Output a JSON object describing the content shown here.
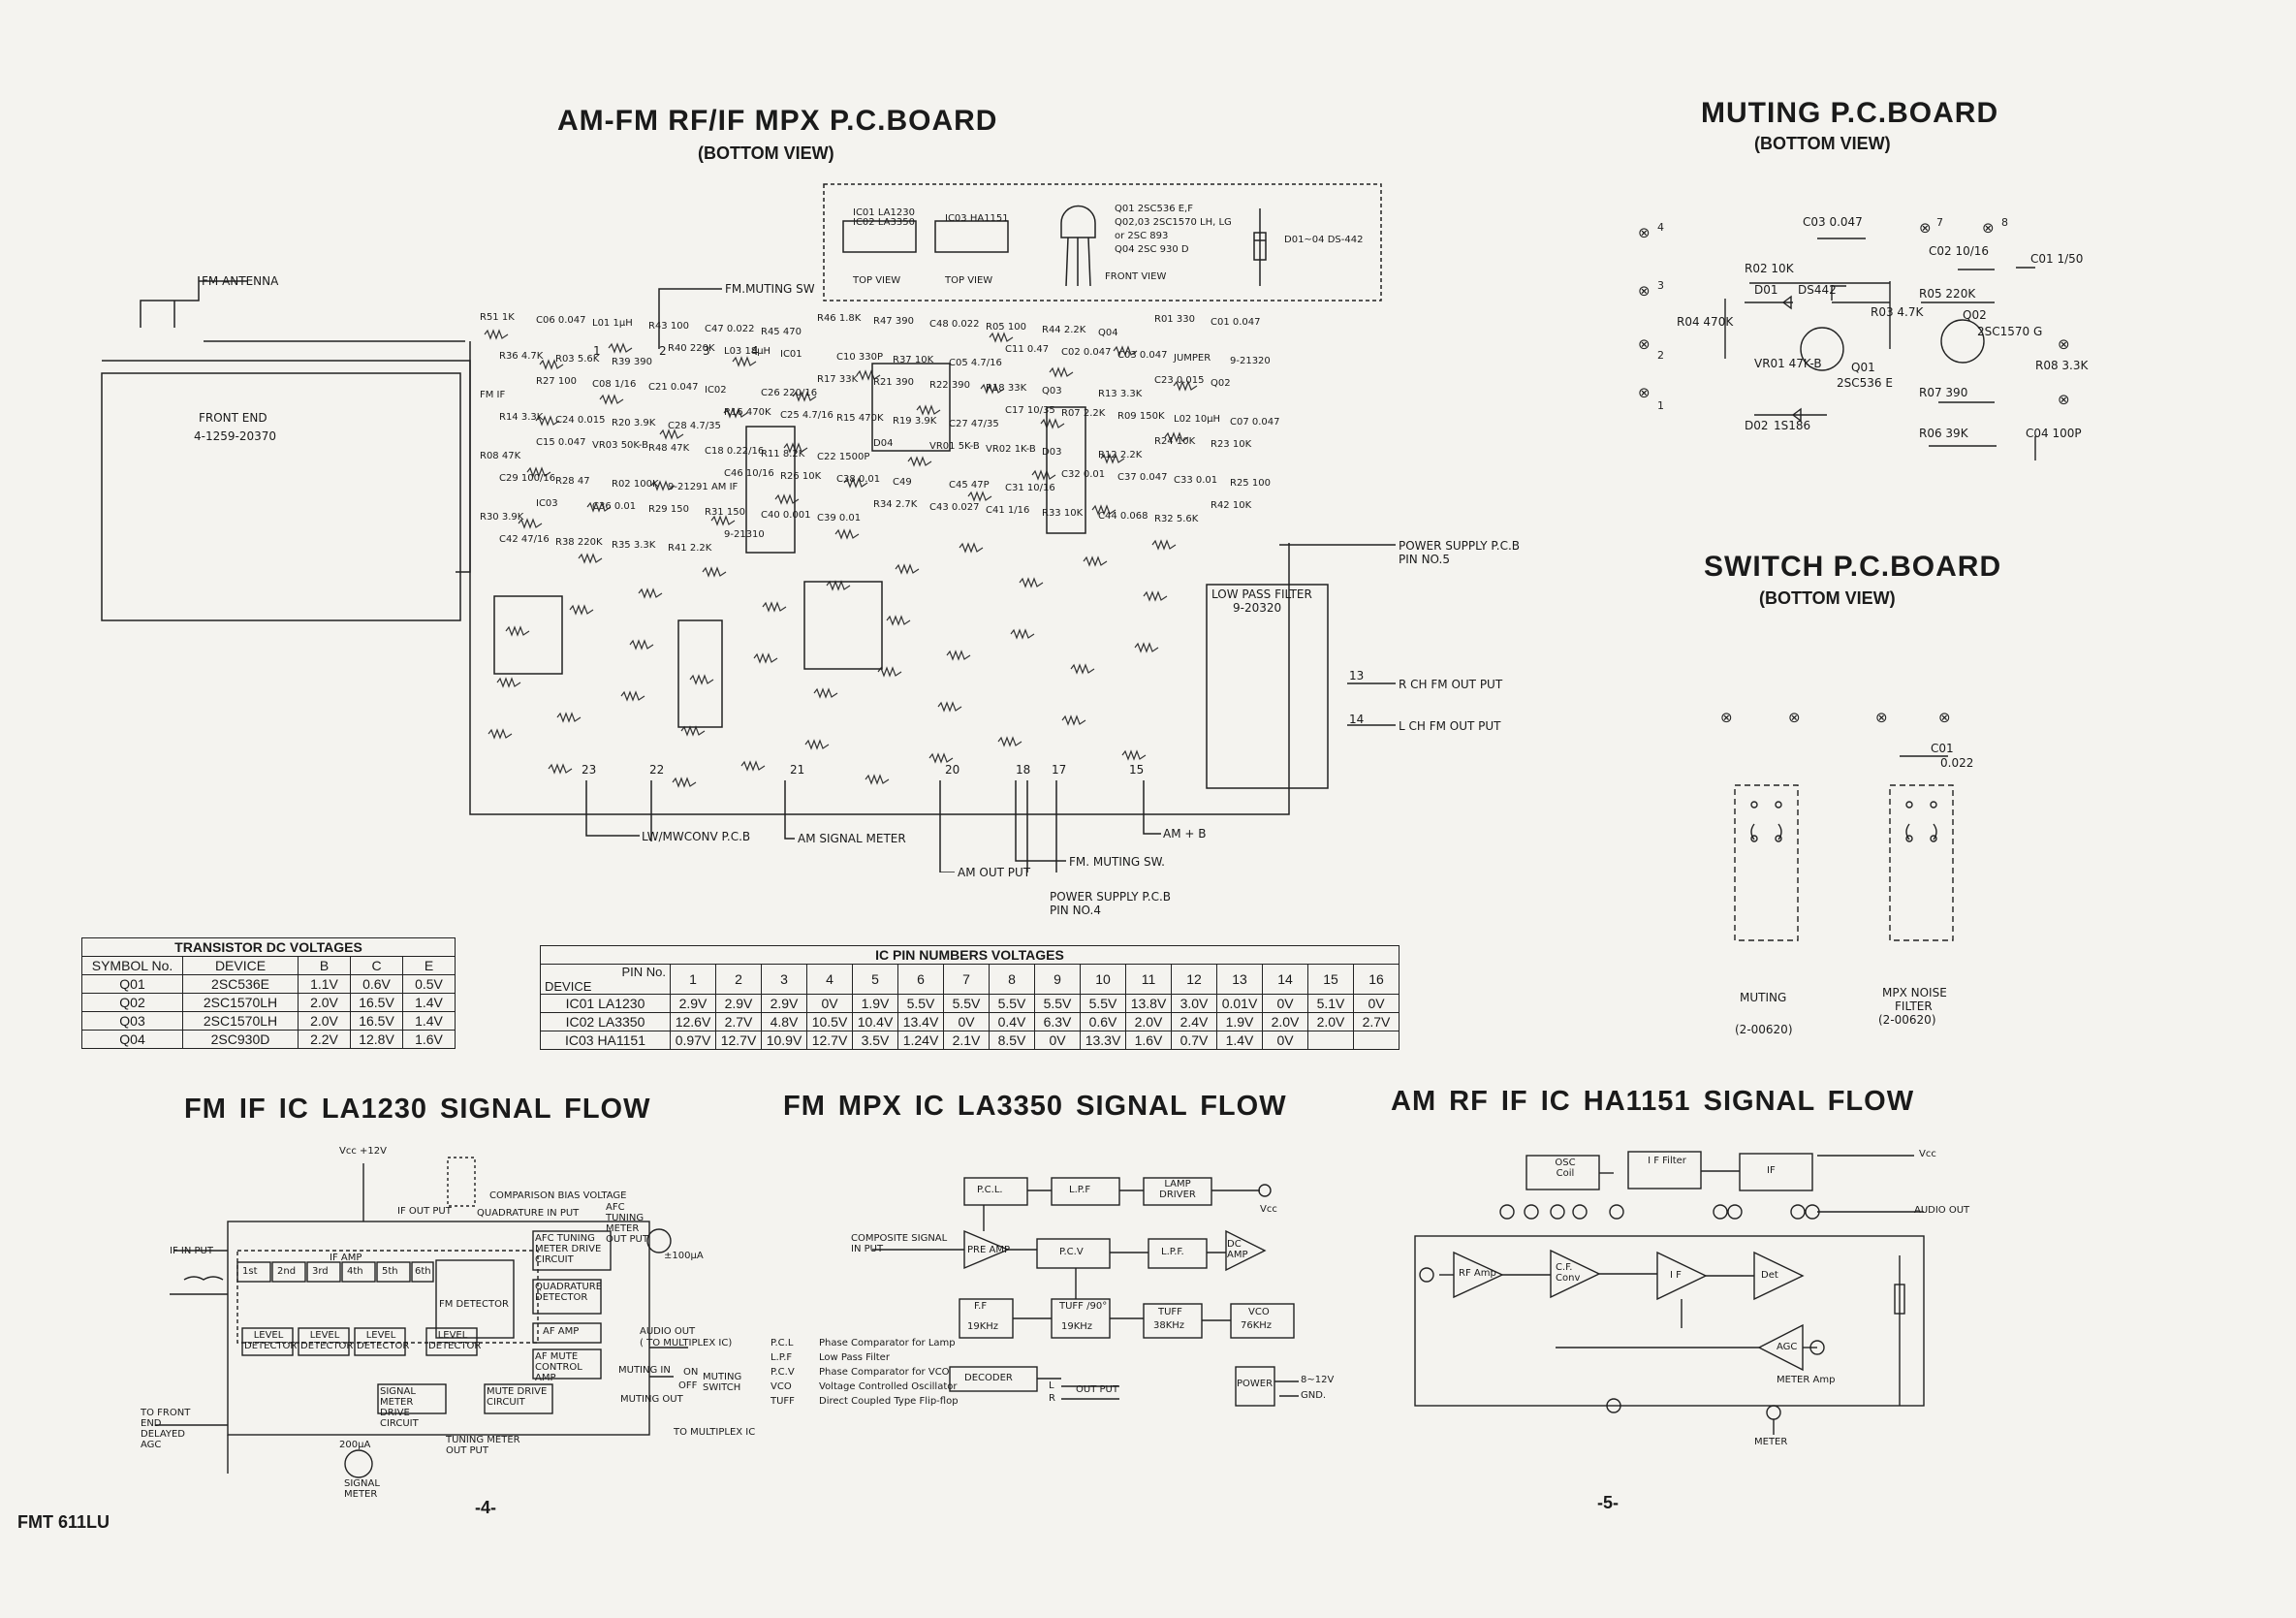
{
  "main_board": {
    "title": "AM-FM RF/IF MPX P.C.BOARD",
    "subtitle": "(BOTTOM VIEW)",
    "front_end_label": "FRONT END",
    "front_end_part": "4-1259-20370",
    "fm_antenna": "FM ANTENNA",
    "fm_muting_sw": "FM.MUTING SW",
    "power_supply_pin5": "POWER SUPPLY P.C.B",
    "pin_no5": "PIN NO.5",
    "low_pass_filter": "LOW PASS FILTER",
    "low_pass_part": "9-20320",
    "rch_out": "R CH FM OUT PUT",
    "lch_out": "L CH FM OUT PUT",
    "am_b": "AM + B",
    "lw_mw": "LW/MWCONV P.C.B",
    "am_signal_meter": "AM SIGNAL METER",
    "am_out_put": "AM OUT PUT",
    "fm_muting_sw2": "FM. MUTING SW.",
    "power_supply_pin4": "POWER SUPPLY P.C.B",
    "pin_no4": "PIN NO.4",
    "legend": {
      "ic01": "IC01  LA1230",
      "ic02": "IC02  LA3350",
      "ic03": "IC03  HA1151",
      "top_view": "TOP VIEW",
      "q01": "Q01      2SC536 E,F",
      "q02": "Q02,03   2SC1570 LH, LG",
      "q02b": "or    2SC 893",
      "q04": "Q04      2SC 930 D",
      "front_view": "FRONT VIEW",
      "diode": "D01~04  DS-442"
    },
    "parts": [
      "R51 1K",
      "C06 0.047",
      "L01 1μH",
      "R43 100",
      "C47 0.022",
      "R45 470",
      "R46 1.8K",
      "R47 390",
      "C48 0.022",
      "R05 100",
      "R44 2.2K",
      "Q04",
      "R01 330",
      "C01 0.047",
      "R36 4.7K",
      "R03 5.6K",
      "R39 390",
      "R40 220K",
      "L03 18μH",
      "IC01",
      "C10 330P",
      "R37 10K",
      "C05 4.7/16",
      "C11 0.47",
      "C02 0.047",
      "C03 0.047",
      "JUMPER",
      "9-21320",
      "FM IF",
      "R27 100",
      "C08 1/16",
      "C21 0.047",
      "IC02",
      "C26 220/16",
      "R17 33K",
      "R21 390",
      "R22 390",
      "R18 33K",
      "Q03",
      "R13 3.3K",
      "C23 0.015",
      "Q02",
      "R14 3.3K",
      "C24 0.015",
      "R20 3.9K",
      "C28 4.7/35",
      "R16 470K",
      "C25 4.7/16",
      "R15 470K",
      "R19 3.9K",
      "C27 47/35",
      "C17 10/35",
      "R07 2.2K",
      "R09 150K",
      "L02 10μH",
      "C07 0.047",
      "R08 47K",
      "C15 0.047",
      "VR03 50K-B",
      "R48 47K",
      "C18 0.22/16",
      "R11 8.2K",
      "C22 1500P",
      "D04",
      "VR01 5K-B",
      "VR02 1K-B",
      "D03",
      "R12 2.2K",
      "R24 10K",
      "R23 10K",
      "C29 100/16",
      "R28 47",
      "R02 100K",
      "9-21291 AM IF",
      "C46 10/16",
      "R26 10K",
      "C38 0.01",
      "C49",
      "C45 47P",
      "C31 10/16",
      "C32 0.01",
      "C37 0.047",
      "C33 0.01",
      "R25 100",
      "R30 3.9K",
      "IC03",
      "C36 0.01",
      "R29 150",
      "R31 150",
      "C40 0.001",
      "C39 0.01",
      "R34 2.7K",
      "C43 0.027",
      "C41 1/16",
      "R33 10K",
      "C44 0.068",
      "R32 5.6K",
      "R42 10K",
      "C42 47/16",
      "R38 220K",
      "R35 3.3K",
      "R41 2.2K",
      "9-21310"
    ],
    "pins": [
      "1",
      "2",
      "3",
      "4",
      "13",
      "14",
      "15",
      "17",
      "18",
      "20",
      "21",
      "22",
      "23"
    ]
  },
  "muting_board": {
    "title": "MUTING P.C.BOARD",
    "subtitle": "(BOTTOM VIEW)",
    "parts": [
      "C03 0.047",
      "C02 10/16",
      "C01 1/50",
      "R02 10K",
      "D01",
      "DS442",
      "R04 470K",
      "R03 4.7K",
      "R05 220K",
      "Q02",
      "2SC1570 G",
      "R08 3.3K",
      "VR01 47K-B",
      "Q01",
      "2SC536 E",
      "R07 390",
      "D02",
      "1S186",
      "R06 39K",
      "C04 100P"
    ],
    "pins": [
      "1",
      "2",
      "3",
      "4",
      "7",
      "8"
    ]
  },
  "switch_board": {
    "title": "SWITCH P.C.BOARD",
    "subtitle": "(BOTTOM VIEW)",
    "c01": "C01",
    "c01_val": "0.022",
    "muting_label": "MUTING",
    "muting_part": "(2-00620)",
    "mpx_label1": "MPX NOISE",
    "mpx_label2": "FILTER",
    "mpx_part": "(2-00620)"
  },
  "transistor_table": {
    "caption": "TRANSISTOR DC VOLTAGES",
    "headers": [
      "SYMBOL No.",
      "DEVICE",
      "B",
      "C",
      "E"
    ],
    "rows": [
      [
        "Q01",
        "2SC536E",
        "1.1V",
        "0.6V",
        "0.5V"
      ],
      [
        "Q02",
        "2SC1570LH",
        "2.0V",
        "16.5V",
        "1.4V"
      ],
      [
        "Q03",
        "2SC1570LH",
        "2.0V",
        "16.5V",
        "1.4V"
      ],
      [
        "Q04",
        "2SC930D",
        "2.2V",
        "12.8V",
        "1.6V"
      ]
    ]
  },
  "ic_table": {
    "caption": "IC PIN NUMBERS VOLTAGES",
    "corner_top": "PIN No.",
    "corner_bottom": "DEVICE",
    "pins": [
      "1",
      "2",
      "3",
      "4",
      "5",
      "6",
      "7",
      "8",
      "9",
      "10",
      "11",
      "12",
      "13",
      "14",
      "15",
      "16"
    ],
    "rows": [
      {
        "device": "IC01 LA1230",
        "values": [
          "2.9V",
          "2.9V",
          "2.9V",
          "0V",
          "1.9V",
          "5.5V",
          "5.5V",
          "5.5V",
          "5.5V",
          "5.5V",
          "13.8V",
          "3.0V",
          "0.01V",
          "0V",
          "5.1V",
          "0V"
        ]
      },
      {
        "device": "IC02 LA3350",
        "values": [
          "12.6V",
          "2.7V",
          "4.8V",
          "10.5V",
          "10.4V",
          "13.4V",
          "0V",
          "0.4V",
          "6.3V",
          "0.6V",
          "2.0V",
          "2.4V",
          "1.9V",
          "2.0V",
          "2.0V",
          "2.7V"
        ]
      },
      {
        "device": "IC03 HA1151",
        "values": [
          "0.97V",
          "12.7V",
          "10.9V",
          "12.7V",
          "3.5V",
          "1.24V",
          "2.1V",
          "8.5V",
          "0V",
          "13.3V",
          "1.6V",
          "0.7V",
          "1.4V",
          "0V",
          "",
          ""
        ]
      }
    ]
  },
  "flow_la1230": {
    "title": "FM  IF  IC  LA1230  SIGNAL  FLOW",
    "vcc": "Vcc +12V",
    "if_in": "IF IN PUT",
    "if_amp": "IF AMP",
    "stages": [
      "1st",
      "2nd",
      "3rd",
      "4th",
      "5th",
      "6th"
    ],
    "level_det": [
      "LEVEL DETECTOR",
      "LEVEL DETECTOR",
      "LEVEL DETECTOR",
      "LEVEL DETECTOR"
    ],
    "fm_detector": "FM DETECTOR",
    "quad_det": "QUADRATURE DETECTOR",
    "afc_drive": "AFC TUNING METER DRIVE CIRCUIT",
    "af_amp": "AF AMP",
    "af_mute": "AF MUTE CONTROL AMP",
    "comp_bias": "COMPARISON BIAS VOLTAGE",
    "if_out": "IF OUT PUT",
    "quad_in": "QUADRATURE IN PUT",
    "afc_tuning": "AFC TUNING METER OUT PUT",
    "audio_out": "AUDIO OUT",
    "to_mpx": "( TO MULTIPLEX IC)",
    "muting_in": "MUTING IN",
    "on": "ON",
    "off": "OFF",
    "muting_switch": "MUTING SWITCH",
    "signal_meter_drive": "SIGNAL METER DRIVE CIRCUIT",
    "mute_drive": "MUTE DRIVE CIRCUIT",
    "muting_out": "MUTING OUT",
    "to_mpx2": "TO MULTIPLEX IC",
    "to_front_end": "TO FRONT END DELAYED AGC",
    "tuning_meter_out": "TUNING METER OUT PUT",
    "signal_meter": "SIGNAL METER",
    "meter_200": "200μA",
    "meter_100": "±100μA"
  },
  "flow_la3350": {
    "title": "FM  MPX  IC  LA3350  SIGNAL  FLOW",
    "pcl": "P.C.L.",
    "lpf1": "L.P.F",
    "lamp_driver": "LAMP DRIVER",
    "vcc": "Vcc",
    "composite": "COMPOSITE SIGNAL IN PUT",
    "pre_amp": "PRE AMP",
    "pcv": "P.C.V",
    "lpf2": "L.P.F.",
    "dc_amp": "DC AMP",
    "ff": "F.F",
    "ff_freq": "19KHz",
    "tuff90": "TUFF /90°",
    "tuff90_freq": "19KHz",
    "tuff": "TUFF",
    "tuff_freq": "38KHz",
    "vco": "VCO",
    "vco_freq": "76KHz",
    "decoder": "DECODER",
    "out_l": "L",
    "out_r": "R",
    "out_put": "OUT PUT",
    "power": "POWER",
    "v12": "8~12V",
    "gnd": "GND.",
    "legend": [
      [
        "P.C.L",
        "Phase Comparator for Lamp"
      ],
      [
        "L.P.F",
        "Low Pass Filter"
      ],
      [
        "P.C.V",
        "Phase Comparator for VCO"
      ],
      [
        "VCO",
        "Voltage Controlled Oscillator"
      ],
      [
        "TUFF",
        "Direct Coupled Type Flip-flop"
      ]
    ]
  },
  "flow_ha1151": {
    "title": "AM  RF  IF  IC  HA1151  SIGNAL  FLOW",
    "osc": "OSC Coil",
    "if_filter": "I F Filter",
    "if_box": "IF",
    "vcc": "Vcc",
    "audio_out": "AUDIO OUT",
    "rf_amp": "RF Amp",
    "cf_conv": "C.F. Conv",
    "if": "I F",
    "det": "Det",
    "agc": "AGC",
    "meter_amp": "METER Amp",
    "meter": "METER"
  },
  "footer": {
    "model": "FMT 611LU",
    "page_left": "-4-",
    "page_right": "-5-"
  }
}
